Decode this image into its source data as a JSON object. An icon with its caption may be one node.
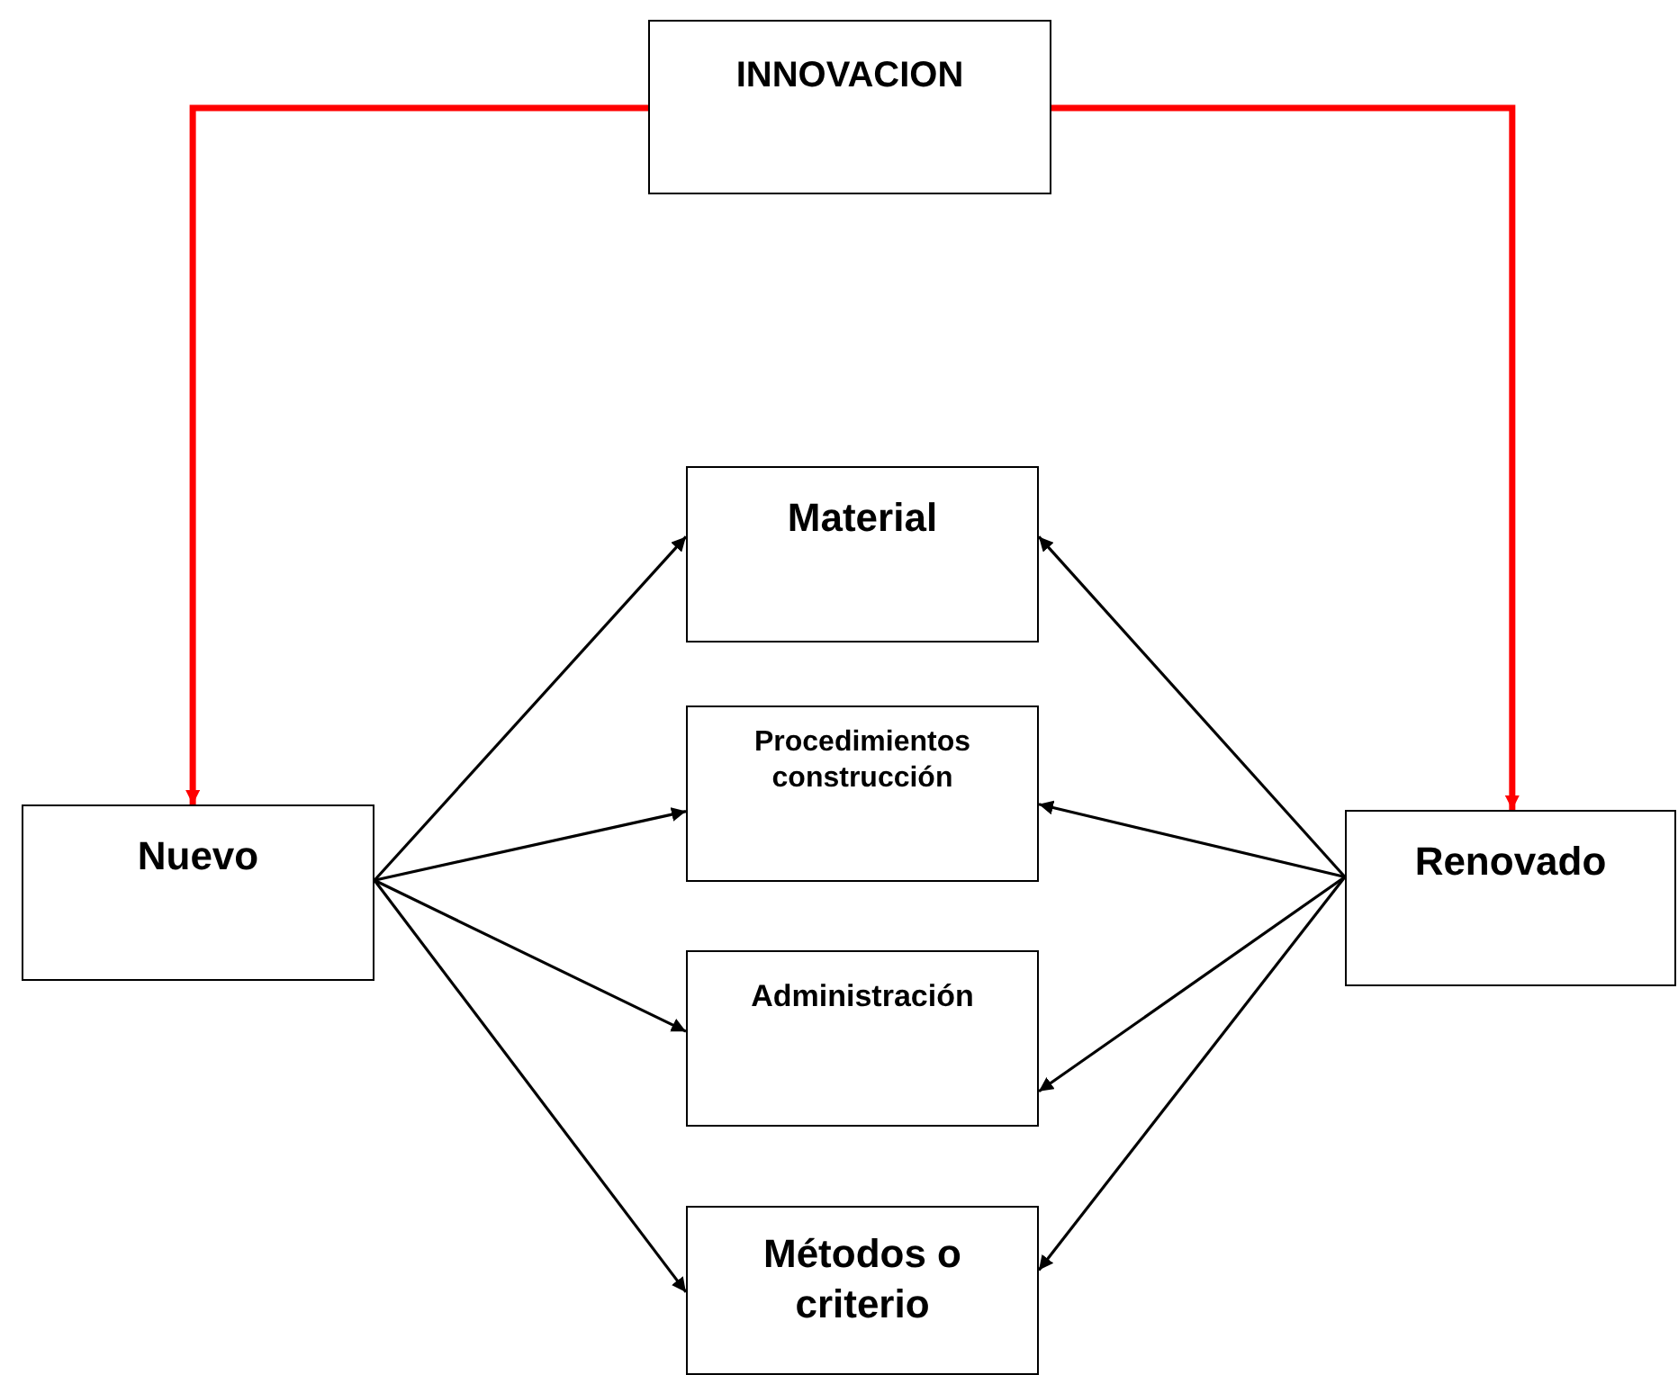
{
  "diagram": {
    "nodes": [
      {
        "text": [
          "INNOVACION"
        ]
      },
      {
        "text": [
          "Nuevo"
        ]
      },
      {
        "text": [
          "Material"
        ]
      },
      {
        "text": [
          "Procedimientos construcción"
        ]
      },
      {
        "text": [
          "Administración"
        ]
      },
      {
        "text": [
          "Métodos o criterio"
        ]
      },
      {
        "text": [
          "Renovado"
        ]
      }
    ],
    "edges": [
      {
        "from": 0,
        "to": 1,
        "arrow": "to",
        "style": "thick",
        "color": "#ff0000"
      },
      {
        "from": 0,
        "to": 6,
        "arrow": "to",
        "style": "thick",
        "color": "#ff0000"
      },
      {
        "from": 1,
        "to": 2,
        "arrow": "to"
      },
      {
        "from": 1,
        "to": 3,
        "arrow": "to"
      },
      {
        "from": 1,
        "to": 4,
        "arrow": "to"
      },
      {
        "from": 1,
        "to": 5,
        "arrow": "to"
      },
      {
        "from": 6,
        "to": 2,
        "arrow": "to"
      },
      {
        "from": 6,
        "to": 3,
        "arrow": "to"
      },
      {
        "from": 6,
        "to": 4,
        "arrow": "to"
      },
      {
        "from": 6,
        "to": 5,
        "arrow": "to"
      }
    ]
  }
}
